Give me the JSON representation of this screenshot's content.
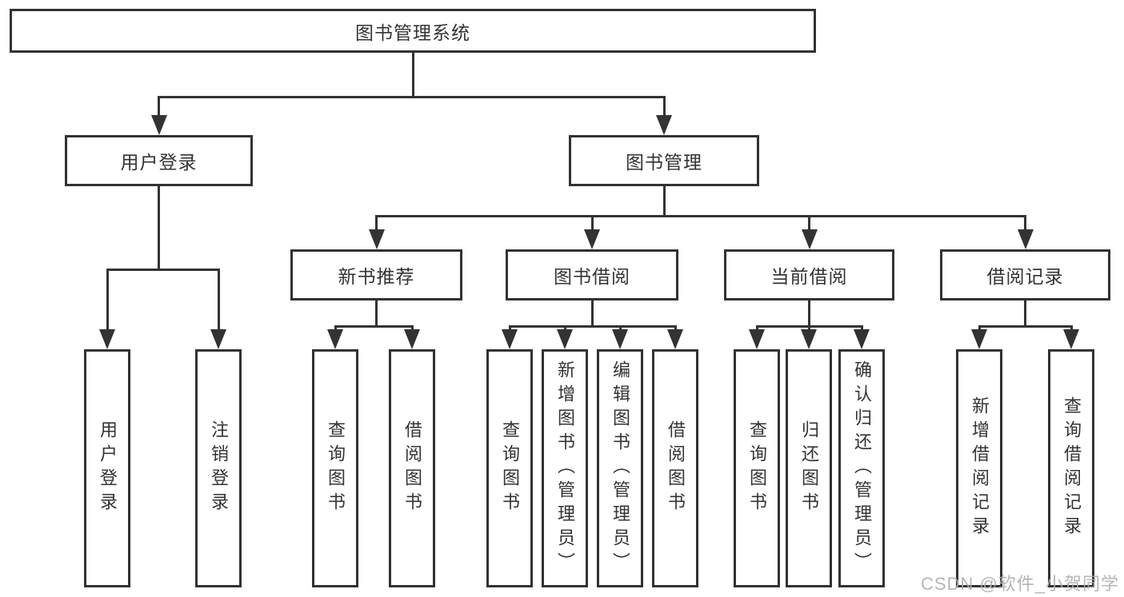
{
  "tree": {
    "label": "图书管理系统",
    "children": [
      {
        "label": "用户登录",
        "children": [
          {
            "label": "用户登录"
          },
          {
            "label": "注销登录"
          }
        ]
      },
      {
        "label": "图书管理",
        "children": [
          {
            "label": "新书推荐",
            "children": [
              {
                "label": "查询图书"
              },
              {
                "label": "借阅图书"
              }
            ]
          },
          {
            "label": "图书借阅",
            "children": [
              {
                "label": "查询图书"
              },
              {
                "label": "新增图书（管理员）"
              },
              {
                "label": "编辑图书（管理员）"
              },
              {
                "label": "借阅图书"
              }
            ]
          },
          {
            "label": "当前借阅",
            "children": [
              {
                "label": "查询图书"
              },
              {
                "label": "归还图书"
              },
              {
                "label": "确认归还（管理员）"
              }
            ]
          },
          {
            "label": "借阅记录",
            "children": [
              {
                "label": "新增借阅记录"
              },
              {
                "label": "查询借阅记录"
              }
            ]
          }
        ]
      }
    ]
  },
  "watermark": {
    "text": "CSDN @软件_小贺同学"
  },
  "colors": {
    "line": "#333333",
    "box_border": "#323232",
    "text": "#333333",
    "watermark": "#aeaeae",
    "background": "#ffffff"
  }
}
